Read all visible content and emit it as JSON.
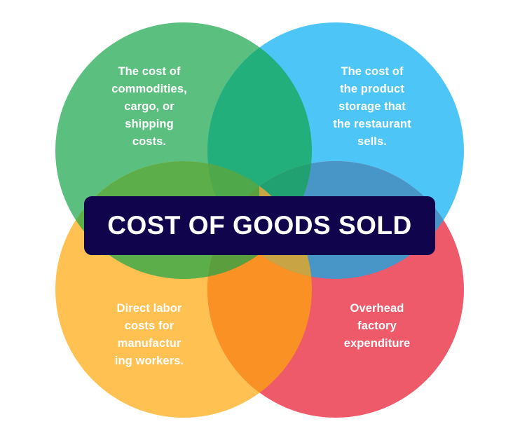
{
  "title": "COST OF GOODS SOLD",
  "circles": [
    {
      "id": "green",
      "position": "top-left",
      "text": "The cost of\ncommodities,\ncargo, or\nshipping\ncosts.",
      "color": "#5BBF7F"
    },
    {
      "id": "blue",
      "position": "top-right",
      "text": "The cost of\nthe product\nstorage that\nthe restaurant\nsells.",
      "color": "#4DC5F6"
    },
    {
      "id": "yellow",
      "position": "bottom-left",
      "text": "Direct labor\ncosts for\nmanufactur\ning workers.",
      "color": "#FEC152"
    },
    {
      "id": "red",
      "position": "bottom-right",
      "text": "Overhead\nfactory\nexpenditure",
      "color": "#EF5A6A"
    }
  ],
  "overlap_colors": {
    "green_blue": "#22AF7B",
    "green_yellow": "#5BAE4A",
    "blue_red": "#4895C8",
    "yellow_red": "#F99124",
    "green_red": "#C9A445",
    "blue_yellow": "#5A9E3E",
    "green_blue_yellow": "#4FA84A",
    "green_blue_red": "#21A071"
  },
  "banner_color": "#10054C"
}
